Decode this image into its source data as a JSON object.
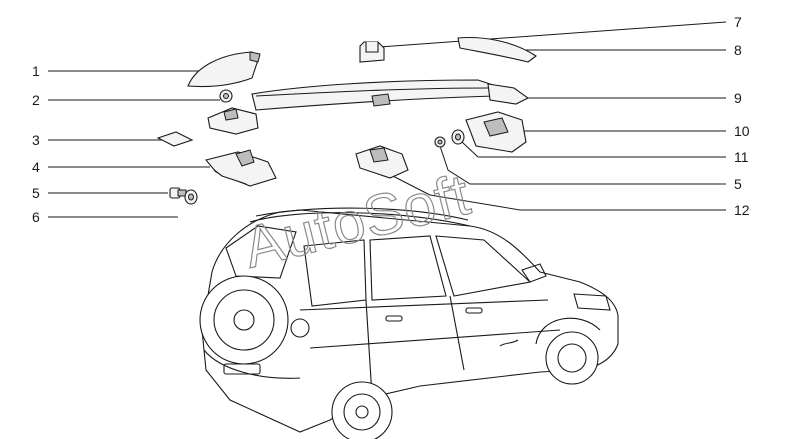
{
  "watermark": {
    "text": "AutoSoft"
  },
  "callouts_left": [
    "1",
    "2",
    "3",
    "4",
    "5",
    "6"
  ],
  "callouts_right": [
    "7",
    "8",
    "9",
    "10",
    "11",
    "5",
    "12"
  ]
}
